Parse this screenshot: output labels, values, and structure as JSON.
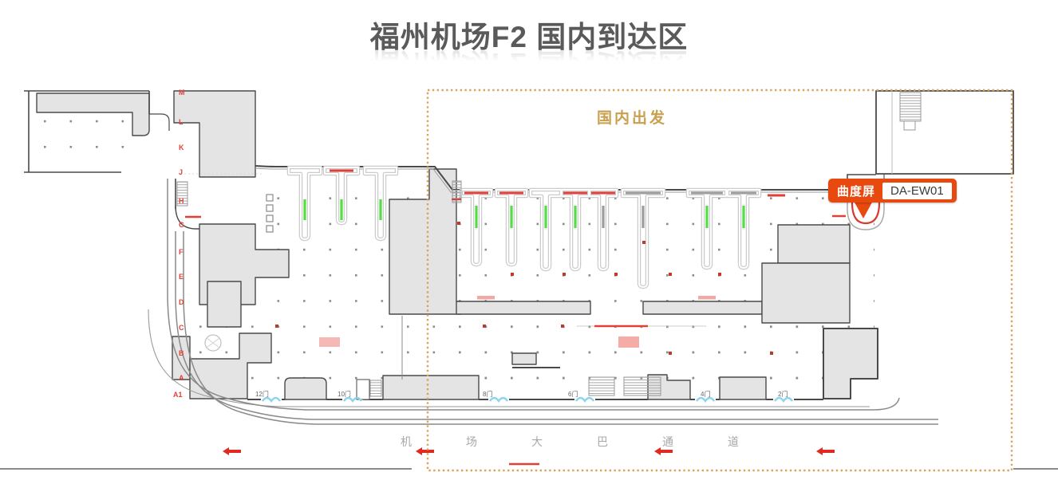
{
  "title": "福州机场F2 国内到达区",
  "zone": {
    "label": "国内出发"
  },
  "callout": {
    "label": "曲度屏",
    "code": "DA-EW01"
  },
  "gates": [
    "12门",
    "10门",
    "8门",
    "6门",
    "4门",
    "2门"
  ],
  "grid_letters": [
    "M",
    "L",
    "K",
    "J",
    "H",
    "G",
    "F",
    "E",
    "D",
    "C",
    "B",
    "A",
    "A1"
  ],
  "bus_lane": {
    "text": "机场大巴通道"
  },
  "icons": {
    "callout_pointer": "triangle-down",
    "direction_arrows": "arrow-left",
    "gate_symbol": "double-arc-door",
    "screen_symbol": "curved-screen-arc"
  },
  "colors": {
    "callout_orange": "#E8490F",
    "zone_gold": "#C9A050",
    "zone_border": "#D8A55C",
    "marker_red": "#E04038",
    "grid_letter_red": "#E04238",
    "door_blue": "#8FD4EE",
    "indicator_green": "#55DD44",
    "wall_dark": "#4A4A4A",
    "building_fill": "#E4E4E4",
    "road_gray": "#8A8A8A",
    "bus_text_gray": "#A8A8A8",
    "title_gray": "#5A5A5A"
  }
}
